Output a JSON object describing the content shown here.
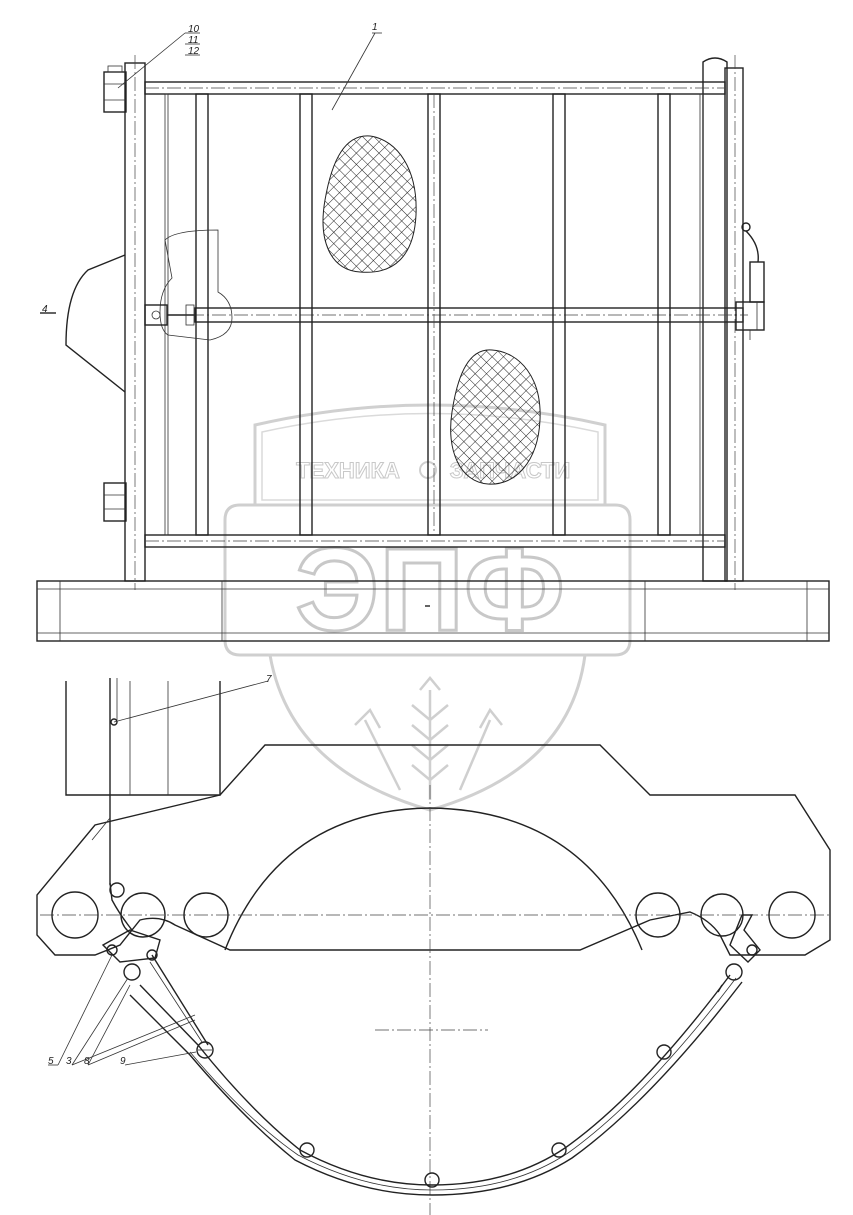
{
  "callouts": {
    "c1": "1",
    "c3": "3",
    "c4": "4",
    "c5": "5",
    "c7": "7",
    "c8": "8",
    "c9": "9",
    "c10": "10",
    "c11": "11",
    "c12": "12"
  },
  "watermark": {
    "left_text": "ТЕХНИКА",
    "right_text": "ЗАПЧАСТИ",
    "big_text": "ЭПФ"
  }
}
